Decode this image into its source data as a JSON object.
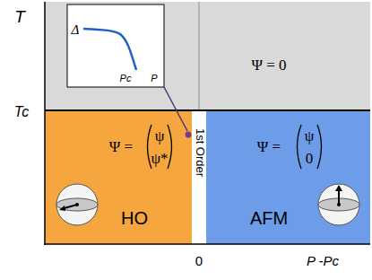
{
  "diagram": {
    "nodes": [
      {
        "text": [
          "Ψ = 0"
        ]
      },
      {
        "text": [
          "Δ",
          "Pc",
          "P"
        ],
        "in": 0
      },
      {
        "text": [
          "Ψ =",
          "ψ",
          "ψ*",
          "HO"
        ]
      },
      {
        "text": [
          "Ψ =",
          "ψ",
          "0",
          "AFM"
        ]
      }
    ],
    "labels": [
      "T",
      "Tc",
      "1st Order",
      "0",
      "P -Pc"
    ]
  }
}
